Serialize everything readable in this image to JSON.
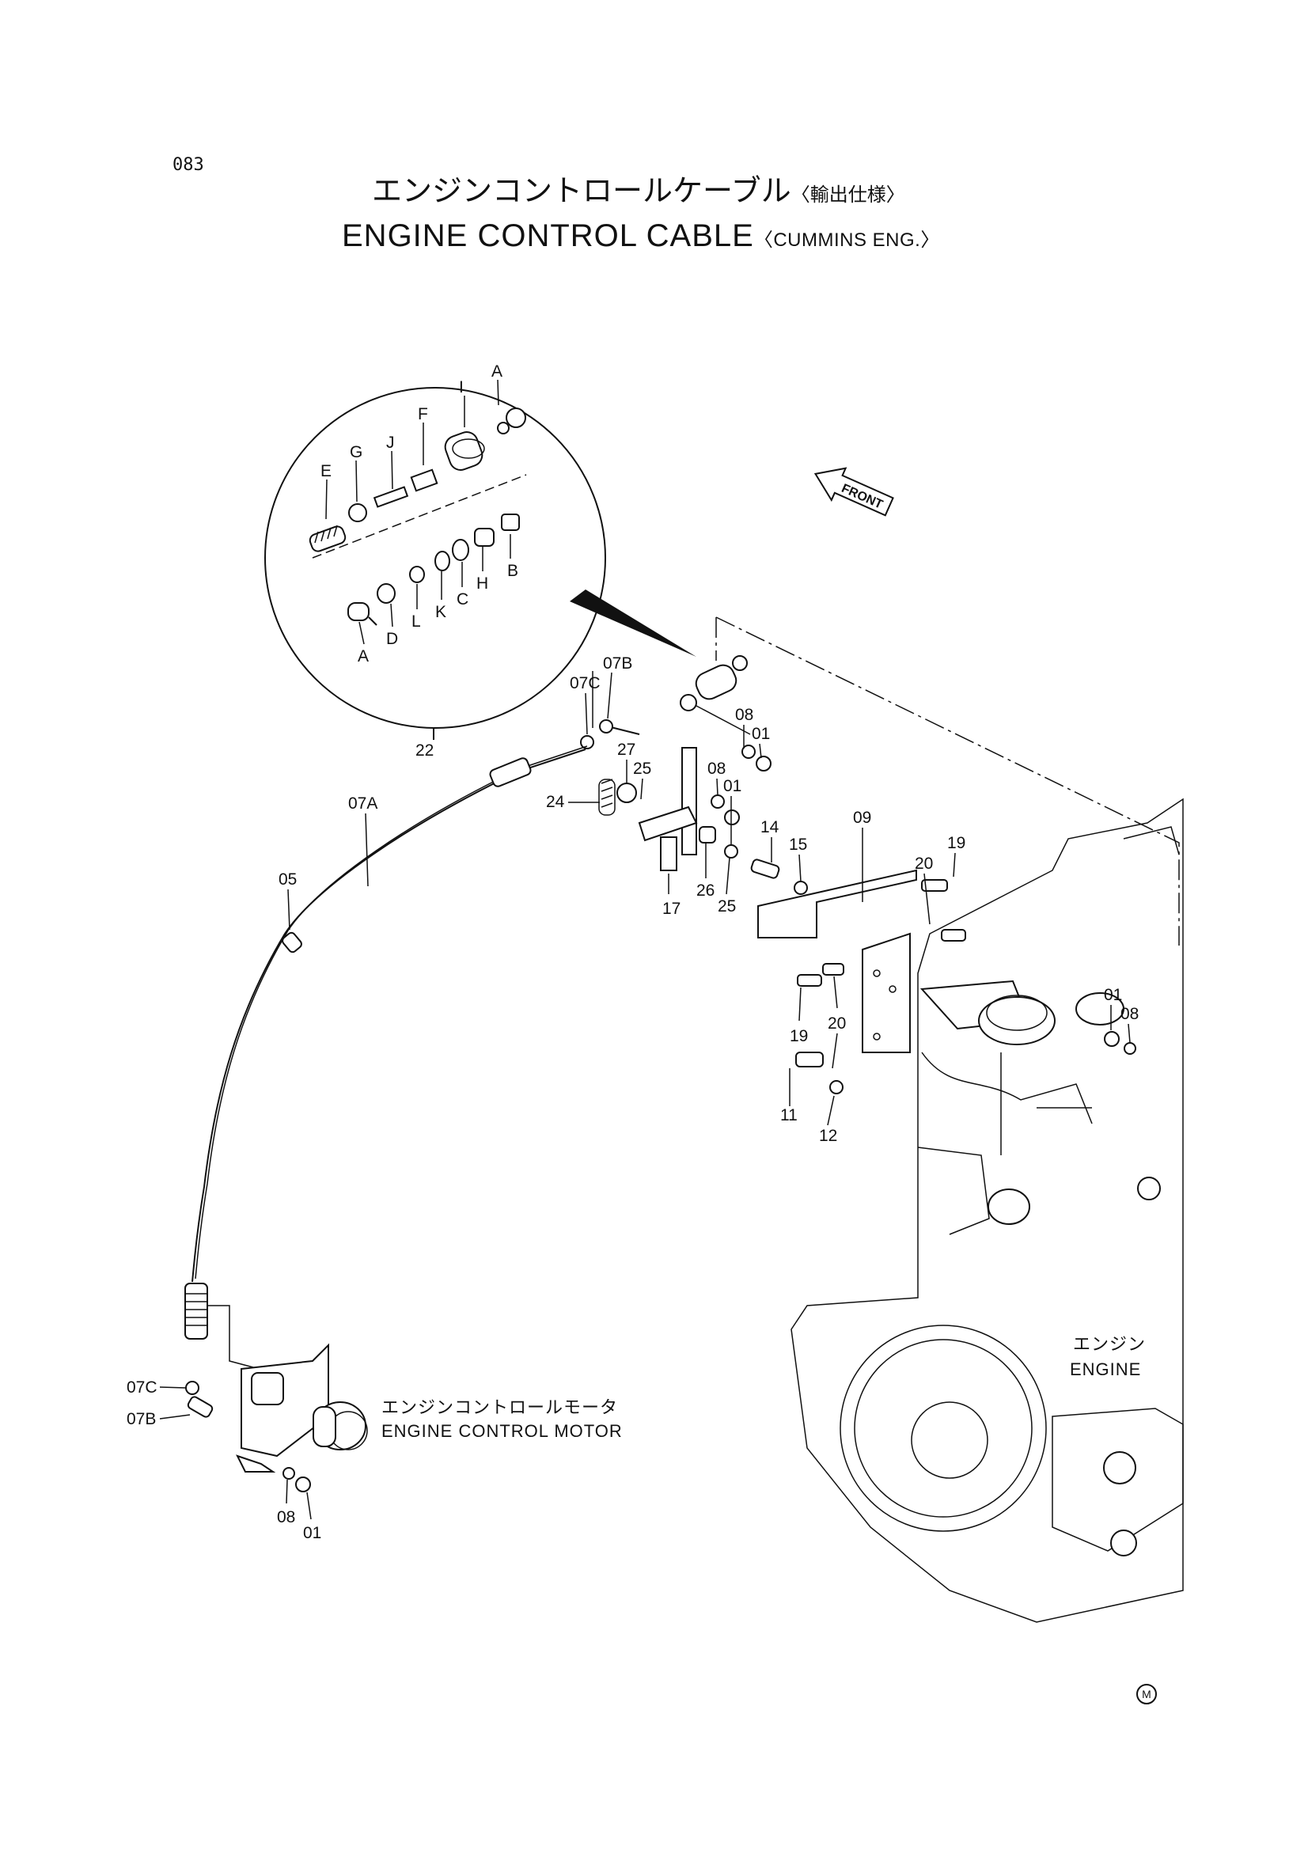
{
  "page_number": "083",
  "title": {
    "jp": "エンジンコントロールケーブル",
    "jp_suffix": "〈輸出仕様〉",
    "en": "ENGINE CONTROL CABLE",
    "en_suffix": "〈CUMMINS ENG.〉"
  },
  "front_arrow_label": "FRONT",
  "detail_labels": [
    "A",
    "I",
    "F",
    "J",
    "G",
    "E",
    "B",
    "H",
    "C",
    "K",
    "L",
    "D",
    "A"
  ],
  "part_labels": [
    "22",
    "07B",
    "07C",
    "27",
    "25",
    "24",
    "08",
    "01",
    "08",
    "01",
    "14",
    "15",
    "09",
    "19",
    "20",
    "17",
    "26",
    "25",
    "07A",
    "05",
    "19",
    "20",
    "01",
    "08",
    "11",
    "12",
    "07C",
    "07B",
    "08",
    "01"
  ],
  "captions": {
    "motor_jp": "エンジンコントロールモータ",
    "motor_en": "ENGINE CONTROL MOTOR",
    "engine_jp": "エンジン",
    "engine_en": "ENGINE"
  },
  "corner_mark": "M"
}
